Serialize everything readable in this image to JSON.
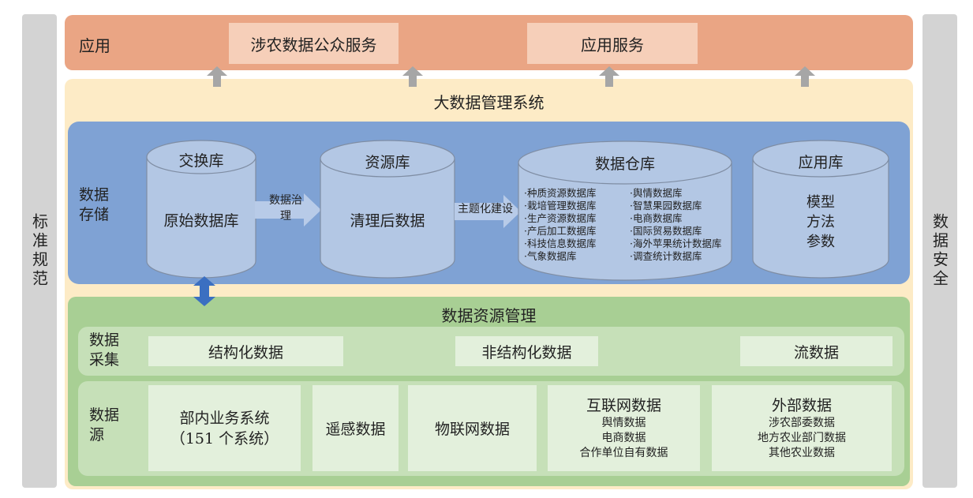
{
  "side": {
    "left": "标准规范",
    "right": "数据安全"
  },
  "app": {
    "label": "应用",
    "boxes": [
      "涉农数据公众服务",
      "应用服务"
    ]
  },
  "bigdata": {
    "title": "大数据管理系统"
  },
  "storage": {
    "label": "数据存储",
    "exchange": {
      "title": "交换库",
      "content": "原始数据库"
    },
    "arrow1": "数据治理",
    "resource": {
      "title": "资源库",
      "content": "清理后数据"
    },
    "arrow2": "主题化建设",
    "warehouse": {
      "title": "数据仓库",
      "col1": [
        "·种质资源数据库",
        "·栽培管理数据库",
        "·生产资源数据库",
        "·产后加工数据库",
        "·科技信息数据库",
        "·气象数据库"
      ],
      "col2": [
        "·舆情数据库",
        "·智慧果园数据库",
        "·电商数据库",
        "·国际贸易数据库",
        "·海外苹果统计数据库",
        "·调查统计数据库"
      ]
    },
    "applib": {
      "title": "应用库",
      "lines": [
        "模型",
        "方法",
        "参数"
      ]
    }
  },
  "resource_mgmt": {
    "title": "数据资源管理",
    "collect_label": "数据采集",
    "collect": [
      "结构化数据",
      "非结构化数据",
      "流数据"
    ],
    "source_label": "数据源",
    "sources": {
      "internal": [
        "部内业务系统",
        "（151 个系统）"
      ],
      "remote": "遥感数据",
      "iot": "物联网数据",
      "internet": {
        "title": "互联网数据",
        "lines": [
          "舆情数据",
          "电商数据",
          "合作单位自有数据"
        ]
      },
      "external": {
        "title": "外部数据",
        "lines": [
          "涉农部委数据",
          "地方农业部门数据",
          "其他农业数据"
        ]
      }
    }
  },
  "colors": {
    "app": "#eaa584",
    "app_box": "#f6cfb9",
    "bigdata": "#fdebc6",
    "storage": "#7fa2d4",
    "cylinder": "#b3c7e4",
    "resource": "#a8cf94",
    "arrow": "#b8cbe8",
    "up_arrow": "#a6a6a6",
    "double_arrow": "#3b6fc1",
    "side": "#d3d3d3"
  }
}
